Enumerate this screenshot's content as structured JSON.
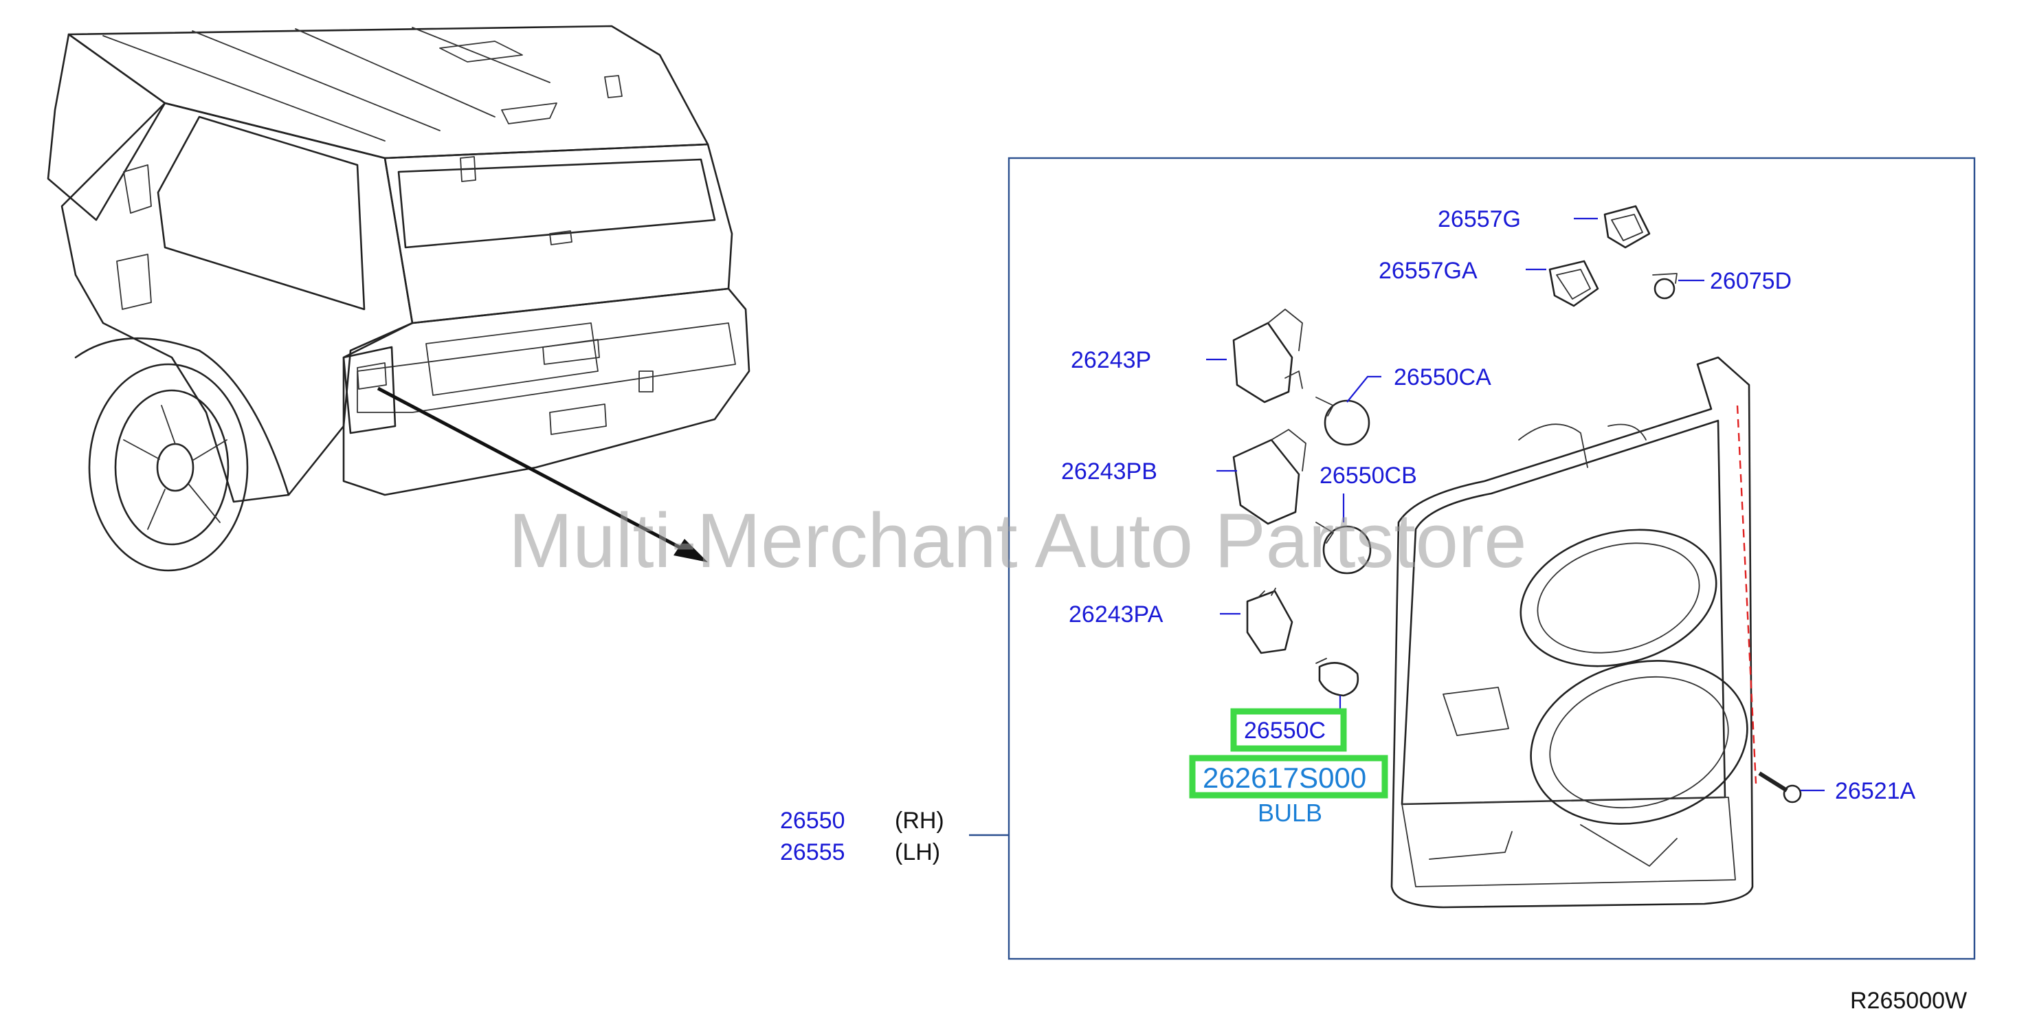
{
  "labels": {
    "p26557G": "26557G",
    "p26557GA": "26557GA",
    "p26075D": "26075D",
    "p26243P": "26243P",
    "p26550CA": "26550CA",
    "p26243PB": "26243PB",
    "p26550CB": "26550CB",
    "p26243PA": "26243PA",
    "p26550C": "26550C",
    "p26521A": "26521A",
    "p26550": "26550",
    "p26555": "26555",
    "rh": "(RH)",
    "lh": "(LH)",
    "diagram_code": "R265000W"
  },
  "highlight": {
    "part_number": "262617S000",
    "description": "BULB",
    "color": "#3fd946"
  },
  "watermark": "Multi-Merchant Auto Partstore",
  "colors": {
    "label_blue": "#1a1ad6",
    "part_blue": "#1b7fd6",
    "frame": "#2b4f8f",
    "dash_red": "#e02020"
  }
}
